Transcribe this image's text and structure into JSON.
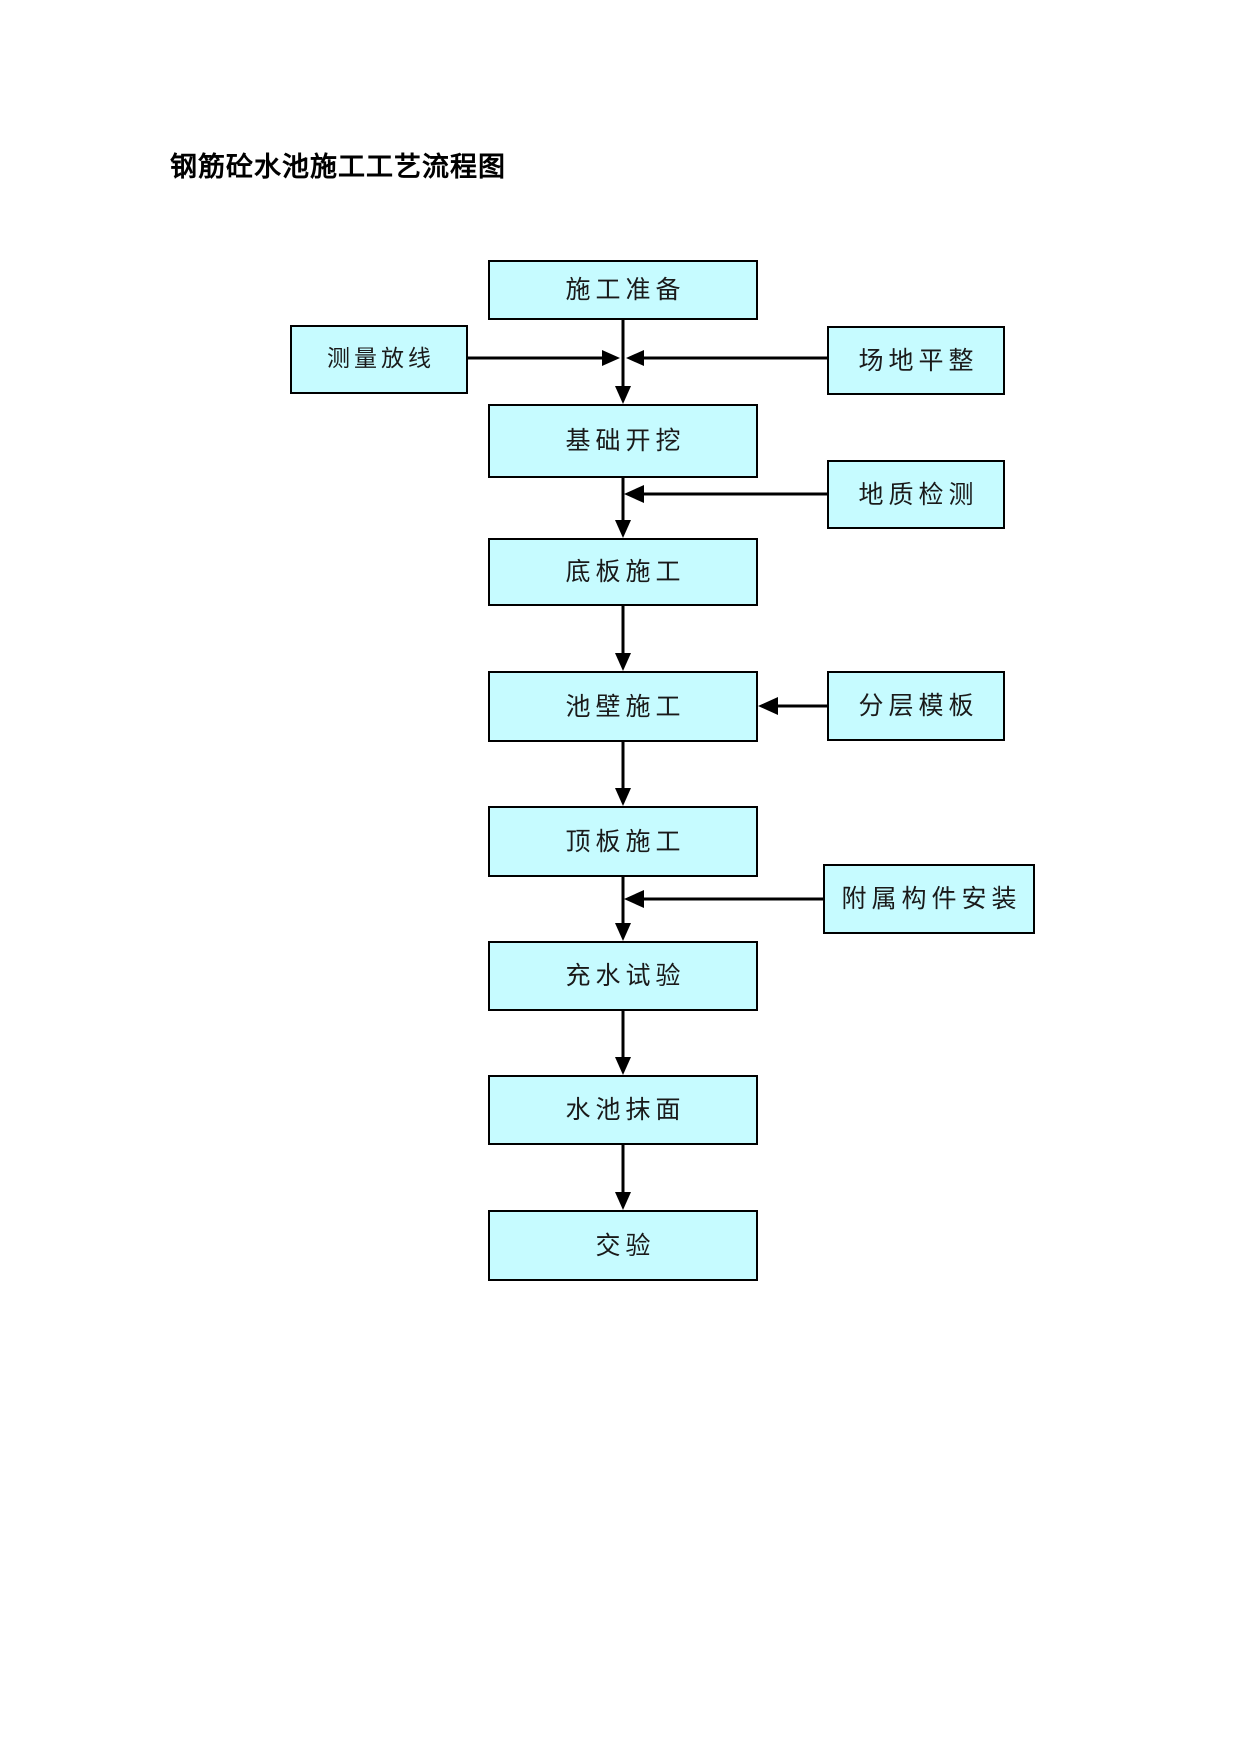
{
  "document": {
    "title": "钢筋砼水池施工工艺流程图"
  },
  "flowchart": {
    "type": "flowchart",
    "orientation": "top-to-bottom",
    "style": {
      "node_fill": "#c6fbff",
      "node_border": "#000000",
      "connector_color": "#000000",
      "background": "#ffffff"
    },
    "main_nodes": [
      {
        "id": "prep",
        "label": "施工准备"
      },
      {
        "id": "excavation",
        "label": "基础开挖"
      },
      {
        "id": "base_slab",
        "label": "底板施工"
      },
      {
        "id": "wall",
        "label": "池壁施工"
      },
      {
        "id": "top_slab",
        "label": "顶板施工"
      },
      {
        "id": "water_test",
        "label": "充水试验"
      },
      {
        "id": "plaster",
        "label": "水池抹面"
      },
      {
        "id": "handover",
        "label": "交验"
      }
    ],
    "side_nodes": [
      {
        "id": "survey",
        "label": "测量放线",
        "side": "left"
      },
      {
        "id": "leveling",
        "label": "场地平整",
        "side": "right"
      },
      {
        "id": "geology",
        "label": "地质检测",
        "side": "right"
      },
      {
        "id": "formwork",
        "label": "分层模板",
        "side": "right"
      },
      {
        "id": "accessories",
        "label": "附属构件安装",
        "side": "right"
      }
    ],
    "connections": [
      {
        "from": "prep",
        "to": "excavation",
        "kind": "arrow-down"
      },
      {
        "from": "survey",
        "to": "excavation",
        "kind": "arrow-right-into-stem"
      },
      {
        "from": "leveling",
        "to": "excavation",
        "kind": "arrow-left-into-stem"
      },
      {
        "from": "excavation",
        "to": "base_slab",
        "kind": "arrow-down"
      },
      {
        "from": "geology",
        "to": "base_slab",
        "kind": "arrow-left-into-stem"
      },
      {
        "from": "base_slab",
        "to": "wall",
        "kind": "arrow-down"
      },
      {
        "from": "formwork",
        "to": "wall",
        "kind": "arrow-left-into-node"
      },
      {
        "from": "wall",
        "to": "top_slab",
        "kind": "arrow-down"
      },
      {
        "from": "top_slab",
        "to": "water_test",
        "kind": "arrow-down"
      },
      {
        "from": "accessories",
        "to": "water_test",
        "kind": "arrow-left-into-stem"
      },
      {
        "from": "water_test",
        "to": "plaster",
        "kind": "arrow-down"
      },
      {
        "from": "plaster",
        "to": "handover",
        "kind": "arrow-down"
      }
    ]
  }
}
